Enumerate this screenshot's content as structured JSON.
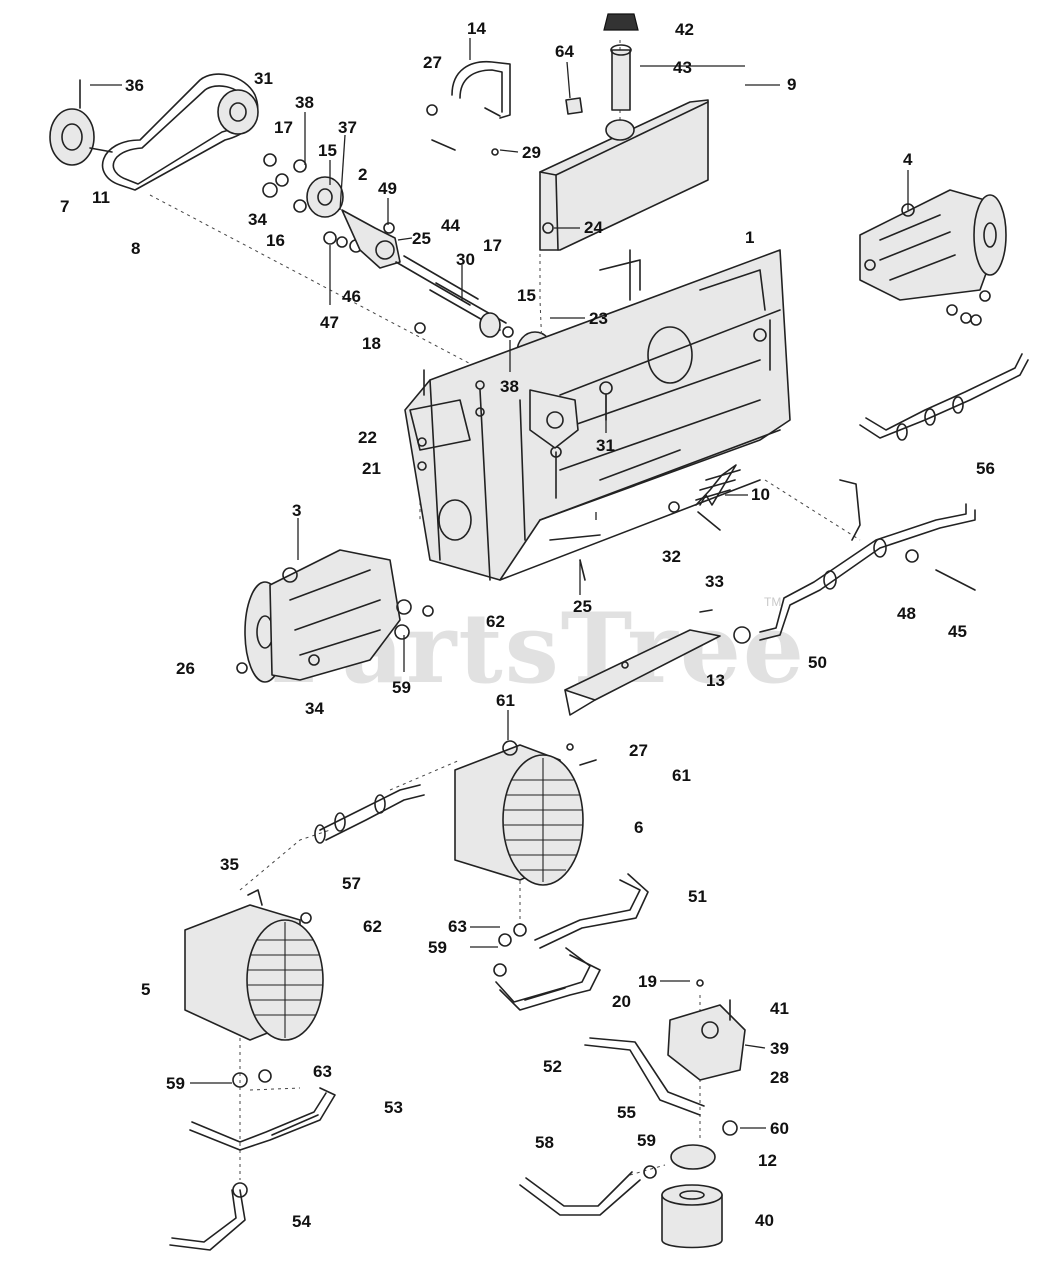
{
  "watermark": {
    "text": "PartsTree",
    "tm": "TM"
  },
  "callouts": [
    "1",
    "2",
    "3",
    "4",
    "5",
    "6",
    "7",
    "8",
    "9",
    "10",
    "11",
    "12",
    "13",
    "14",
    "15",
    "15",
    "16",
    "17",
    "17",
    "18",
    "19",
    "20",
    "21",
    "22",
    "23",
    "24",
    "25",
    "25",
    "26",
    "27",
    "27",
    "28",
    "29",
    "30",
    "31",
    "31",
    "32",
    "33",
    "34",
    "34",
    "35",
    "36",
    "37",
    "38",
    "38",
    "39",
    "40",
    "41",
    "42",
    "43",
    "44",
    "45",
    "46",
    "47",
    "48",
    "49",
    "50",
    "51",
    "52",
    "53",
    "54",
    "55",
    "56",
    "57",
    "58",
    "59",
    "59",
    "59",
    "59",
    "60",
    "61",
    "61",
    "62",
    "62",
    "63",
    "63",
    "64"
  ]
}
